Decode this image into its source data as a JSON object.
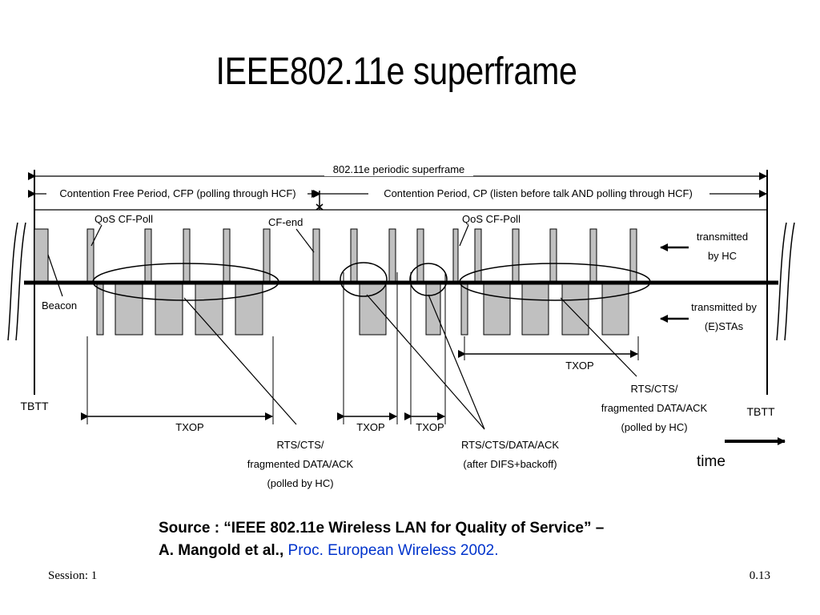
{
  "title": "IEEE802.11e superframe",
  "diagram": {
    "superframe_label": "802.11e periodic superframe",
    "cfp_label": "Contention Free Period, CFP (polling through HCF)",
    "cp_label": "Contention Period, CP (listen before talk AND polling through HCF)",
    "qos_cf_poll_left": "QoS CF-Poll",
    "qos_cf_poll_right": "QoS CF-Poll",
    "cf_end": "CF-end",
    "beacon": "Beacon",
    "transmitted_by_hc": [
      "transmitted",
      "by HC"
    ],
    "transmitted_by_stas": [
      "transmitted by",
      "(E)STAs"
    ],
    "tbtt_left": "TBTT",
    "tbtt_right": "TBTT",
    "txop_1": "TXOP",
    "txop_2": "TXOP",
    "txop_3": "TXOP",
    "txop_4": "TXOP",
    "note_left": [
      "RTS/CTS/",
      "fragmented DATA/ACK",
      "(polled by HC)"
    ],
    "note_middle": [
      "RTS/CTS/DATA/ACK",
      "(after DIFS+backoff)"
    ],
    "note_right": [
      "RTS/CTS/",
      "fragmented DATA/ACK",
      "(polled by HC)"
    ],
    "time_label": "time"
  },
  "source": {
    "prefix": "Source : “IEEE 802.11e Wireless LAN for Quality of Service” –",
    "authors": "A.  Mangold et al.,",
    "venue": "Proc. European Wireless 2002."
  },
  "footer": {
    "session": "Session: 1",
    "page": "0.13"
  }
}
